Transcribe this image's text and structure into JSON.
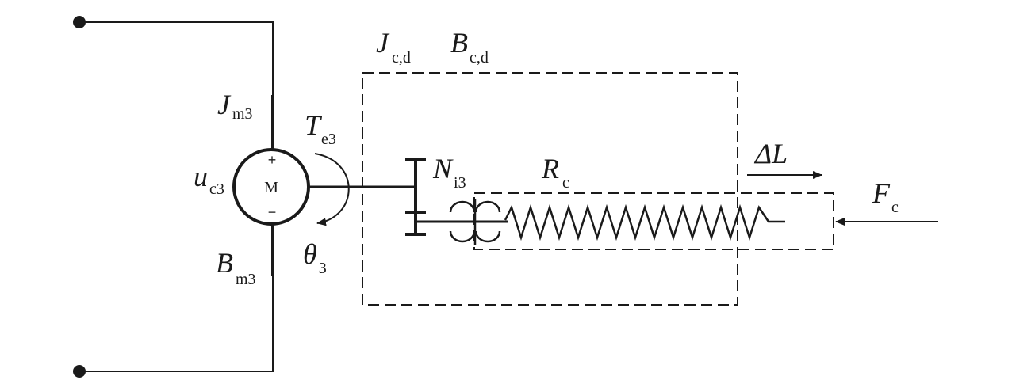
{
  "motor": {
    "symbol": "M",
    "plus": "+",
    "minus": "−"
  },
  "labels": {
    "J_m3": {
      "main": "J",
      "sub": "m3"
    },
    "T_e3": {
      "main": "T",
      "sub": "e3"
    },
    "u_c3": {
      "main": "u",
      "sub": "c3"
    },
    "B_m3": {
      "main": "B",
      "sub": "m3"
    },
    "theta_3": {
      "main": "θ",
      "sub": "3"
    },
    "J_cd": {
      "main": "J",
      "sub": "c,d"
    },
    "B_cd": {
      "main": "B",
      "sub": "c,d"
    },
    "N_i3": {
      "main": "N",
      "sub": "i3"
    },
    "R_c": {
      "main": "R",
      "sub": "c"
    },
    "delta_L": {
      "main": "ΔL"
    },
    "F_c": {
      "main": "F",
      "sub": "c"
    }
  },
  "colors": {
    "stroke": "#1a1a1a",
    "background": "#ffffff"
  }
}
